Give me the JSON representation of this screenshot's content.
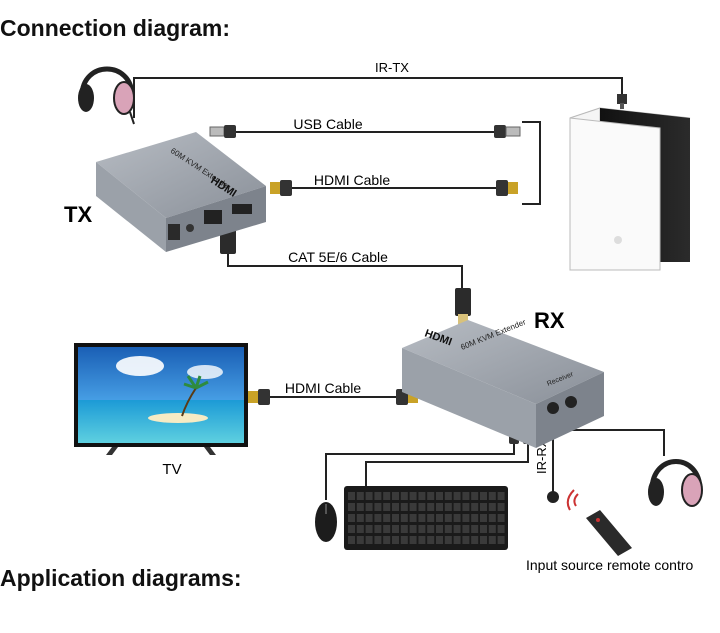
{
  "headings": {
    "connection": "Connection diagram:",
    "application": "Application diagrams:"
  },
  "labels": {
    "ir_tx": "IR-TX",
    "usb_cable": "USB Cable",
    "hdmi_cable_top": "HDMI Cable",
    "cat_cable": "CAT 5E/6 Cable",
    "hdmi_cable_bottom": "HDMI Cable",
    "tx": "TX",
    "rx": "RX",
    "tv": "TV",
    "ir_rx": "IR-RX",
    "remote_caption": "Input source remote contro"
  },
  "device_text": {
    "tx_model": "60M KVM Extender",
    "tx_logo": "HDMI",
    "rx_model": "60M KVM Extender",
    "rx_logo": "HDMI",
    "rx_role": "Receiver"
  },
  "colors": {
    "device_body": "#8d939b",
    "device_dark": "#5e636a",
    "cable": "#222222",
    "headphone_pink": "#d9a3b8",
    "tv_sky": "#2f7fd3",
    "pc_case": "#f2f2f2"
  }
}
